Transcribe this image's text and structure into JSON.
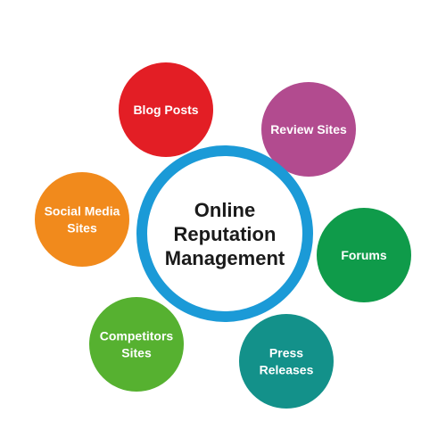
{
  "center": {
    "lines": [
      "Online",
      "Reputation",
      "Management"
    ],
    "ring_color": "#1b9ad7",
    "fill_color": "#ffffff"
  },
  "nodes": [
    {
      "id": "blog-posts",
      "lines": [
        "Blog Posts"
      ],
      "color": "#e31e25"
    },
    {
      "id": "review-sites",
      "lines": [
        "Review Sites"
      ],
      "color": "#b24b8f"
    },
    {
      "id": "forums",
      "lines": [
        "Forums"
      ],
      "color": "#0f9b4a"
    },
    {
      "id": "press-releases",
      "lines": [
        "Press",
        "Releases"
      ],
      "color": "#13918a"
    },
    {
      "id": "competitors-sites",
      "lines": [
        "Competitors",
        "Sites"
      ],
      "color": "#56b130"
    },
    {
      "id": "social-media-sites",
      "lines": [
        "Social Media",
        "Sites"
      ],
      "color": "#f18a1c"
    }
  ]
}
